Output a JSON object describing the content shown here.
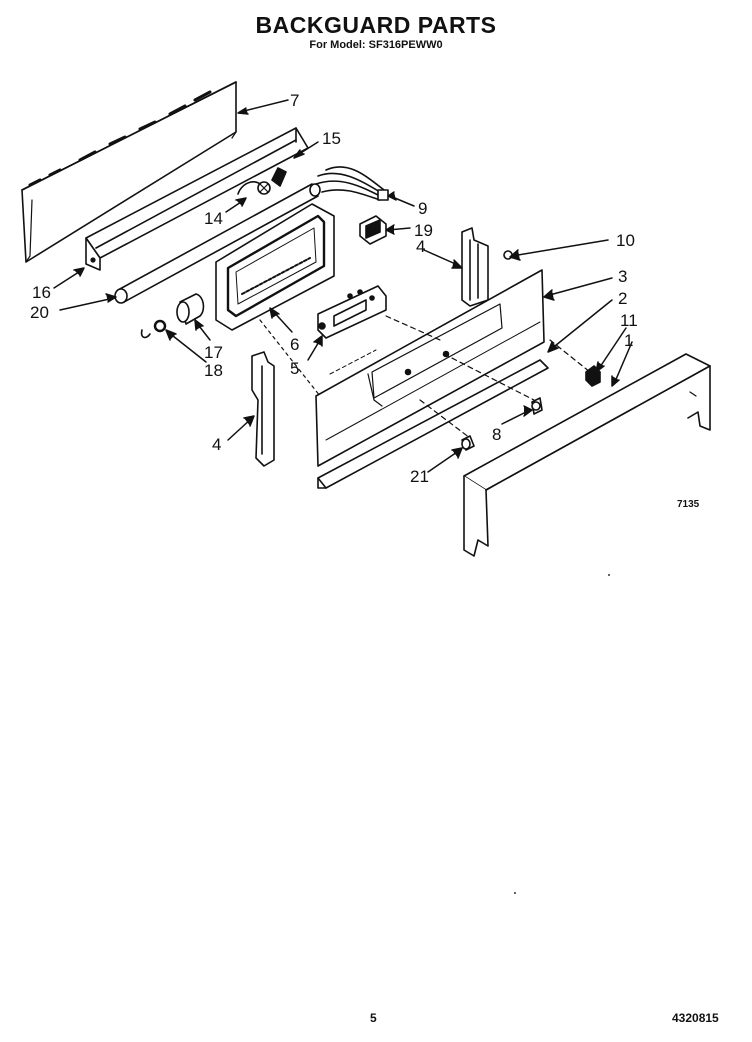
{
  "header": {
    "title": "BACKGUARD PARTS",
    "subtitle": "For Model: SF316PEWW0"
  },
  "callouts": [
    "7",
    "15",
    "14",
    "9",
    "19",
    "4",
    "10",
    "3",
    "2",
    "16",
    "20",
    "17",
    "18",
    "6",
    "5",
    "11",
    "1",
    "4",
    "8",
    "21"
  ],
  "figure_code": "7135",
  "footer": {
    "page_number": "5",
    "document_number": "4320815"
  }
}
